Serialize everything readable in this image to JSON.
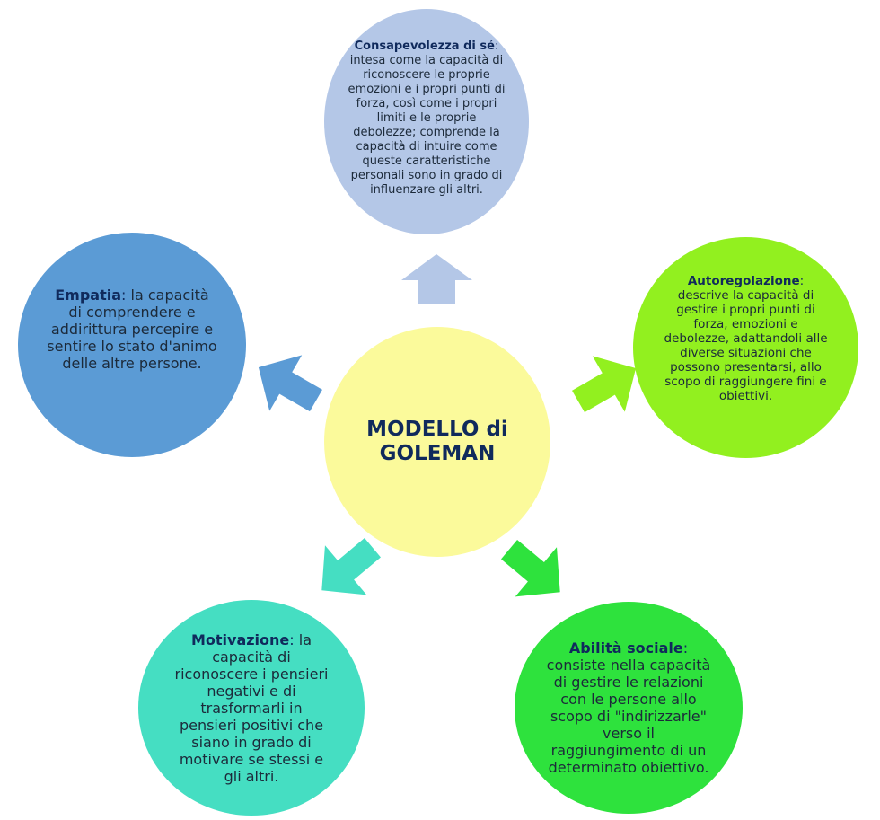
{
  "center": {
    "title": "MODELLO di GOLEMAN"
  },
  "nodes": {
    "top": {
      "term": "Consapevolezza di sé",
      "sep": ":",
      "text": "intesa come la capacità di riconoscere le proprie emozioni e i propri punti di forza, così come i propri limiti e le proprie debolezze; comprende la capacità di intuire come queste caratteristiche personali sono in grado di influenzare gli altri."
    },
    "left": {
      "term": "Empatia",
      "sep": ":",
      "text": "la capacità di comprendere e addirittura percepire e sentire lo stato d'animo delle altre persone."
    },
    "right": {
      "term": "Autoregolazione",
      "sep": ":",
      "text": "descrive la capacità di gestire i propri punti di forza, emozioni e debolezze, adattandoli alle diverse situazioni che possono presentarsi, allo scopo di raggiungere fini e obiettivi."
    },
    "bottom_left": {
      "term": "Motivazione",
      "sep": ":",
      "text": "la capacità di riconoscere i pensieri negativi e di trasformarli in pensieri positivi che siano in grado di motivare se stessi e gli altri."
    },
    "bottom_right": {
      "term": "Abilità sociale",
      "sep": ":",
      "text": "consiste nella capacità di gestire le relazioni con le persone allo scopo di \"indirizzarle\" verso il raggiungimento di un determinato obiettivo."
    }
  },
  "colors": {
    "top": "#b4c7e7",
    "left": "#5b9bd5",
    "right": "#92f01f",
    "bottom_left": "#45dec2",
    "bottom_right": "#2ee23d",
    "center": "#fbfa9b",
    "title": "#102a5c"
  }
}
